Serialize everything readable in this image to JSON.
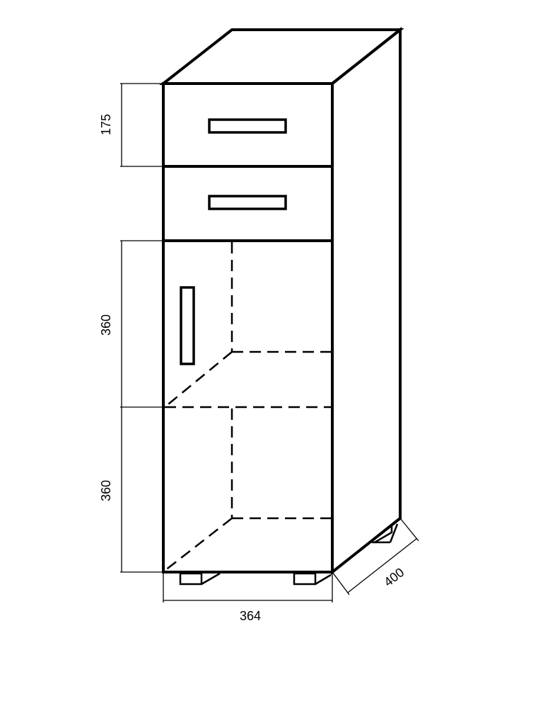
{
  "dimensions": {
    "drawer_height": "175",
    "upper_compartment_height": "360",
    "lower_compartment_height": "360",
    "width": "364",
    "depth": "400"
  },
  "colors": {
    "line": "#000000",
    "background": "#ffffff"
  }
}
